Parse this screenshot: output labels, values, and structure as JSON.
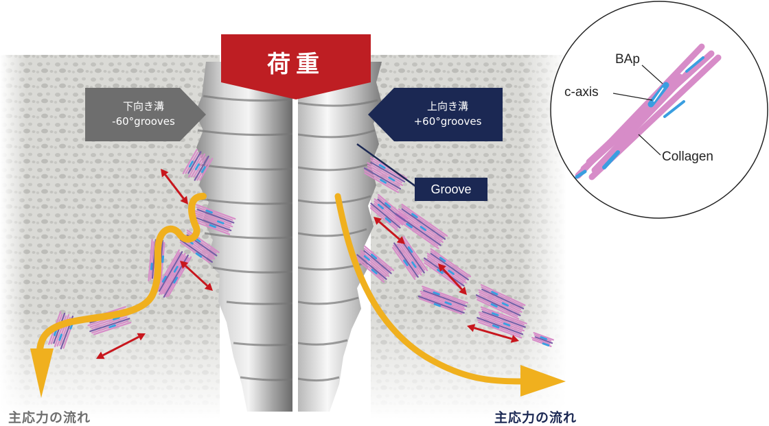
{
  "diagram": {
    "load_label": "荷重",
    "left_panel": {
      "tag_line1": "下向き溝",
      "tag_line2": "-60°grooves",
      "flow_label": "主応力の流れ"
    },
    "right_panel": {
      "tag_line1": "上向き溝",
      "tag_line2": "+60°grooves",
      "groove_label": "Groove",
      "flow_label": "主応力の流れ"
    },
    "inset": {
      "bap_label": "BAp",
      "c_axis_label": "c-axis",
      "collagen_label": "Collagen"
    },
    "colors": {
      "load_banner": "#be1e23",
      "left_tag": "#6e6e6e",
      "right_tag": "#1b2853",
      "stress_flow": "#f0b01e",
      "strain_arrow": "#c8161d",
      "collagen": "#d78cc8",
      "bap": "#3a9ee0",
      "bone": "#d6d6d2"
    }
  }
}
